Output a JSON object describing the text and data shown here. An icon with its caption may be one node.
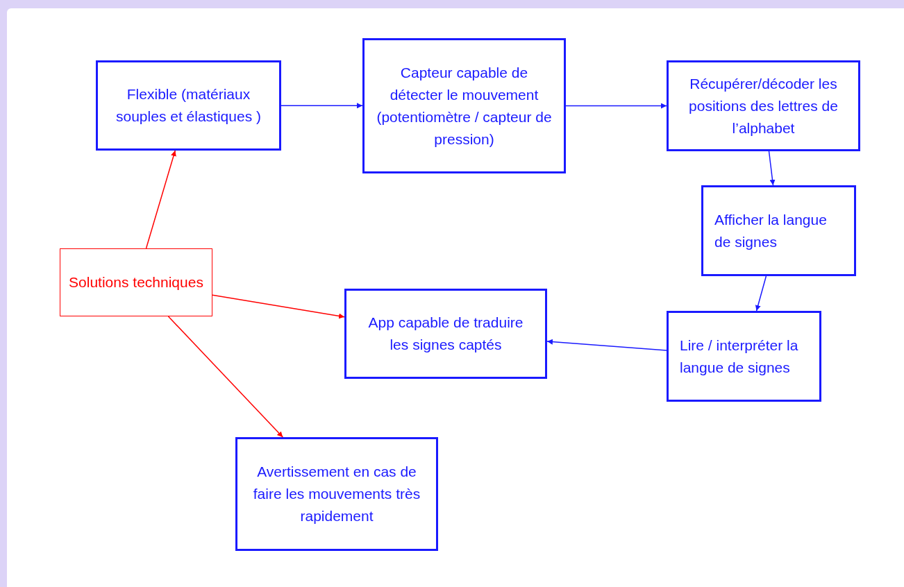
{
  "diagram": {
    "nodes": [
      {
        "text": [
          "Flexible (matériaux souples  et élastiques )"
        ]
      },
      {
        "text": [
          "Capteur capable de détecter le mouvement (potentiomètre / capteur de pression)"
        ]
      },
      {
        "text": [
          "Récupérer/décoder les positions des lettres de l’alphabet"
        ]
      },
      {
        "text": [
          "Afficher la langue de signes"
        ]
      },
      {
        "text": [
          "Lire / interpréter la langue de signes"
        ]
      },
      {
        "text": [
          "App capable de traduire les signes captés"
        ]
      },
      {
        "text": [
          "Solutions techniques"
        ]
      },
      {
        "text": [
          "Avertissement en cas de faire les mouvements très rapidement"
        ]
      }
    ],
    "edges": [
      {
        "from": 0,
        "to": 1,
        "arrow": "to"
      },
      {
        "from": 1,
        "to": 2,
        "arrow": "to"
      },
      {
        "from": 2,
        "to": 3,
        "arrow": "to"
      },
      {
        "from": 3,
        "to": 4,
        "arrow": "to"
      },
      {
        "from": 4,
        "to": 5,
        "arrow": "to"
      },
      {
        "from": 6,
        "to": 0,
        "arrow": "to",
        "color": "#ff0000"
      },
      {
        "from": 6,
        "to": 5,
        "arrow": "to",
        "color": "#ff0000"
      },
      {
        "from": 6,
        "to": 7,
        "arrow": "to",
        "color": "#ff0000"
      }
    ]
  }
}
